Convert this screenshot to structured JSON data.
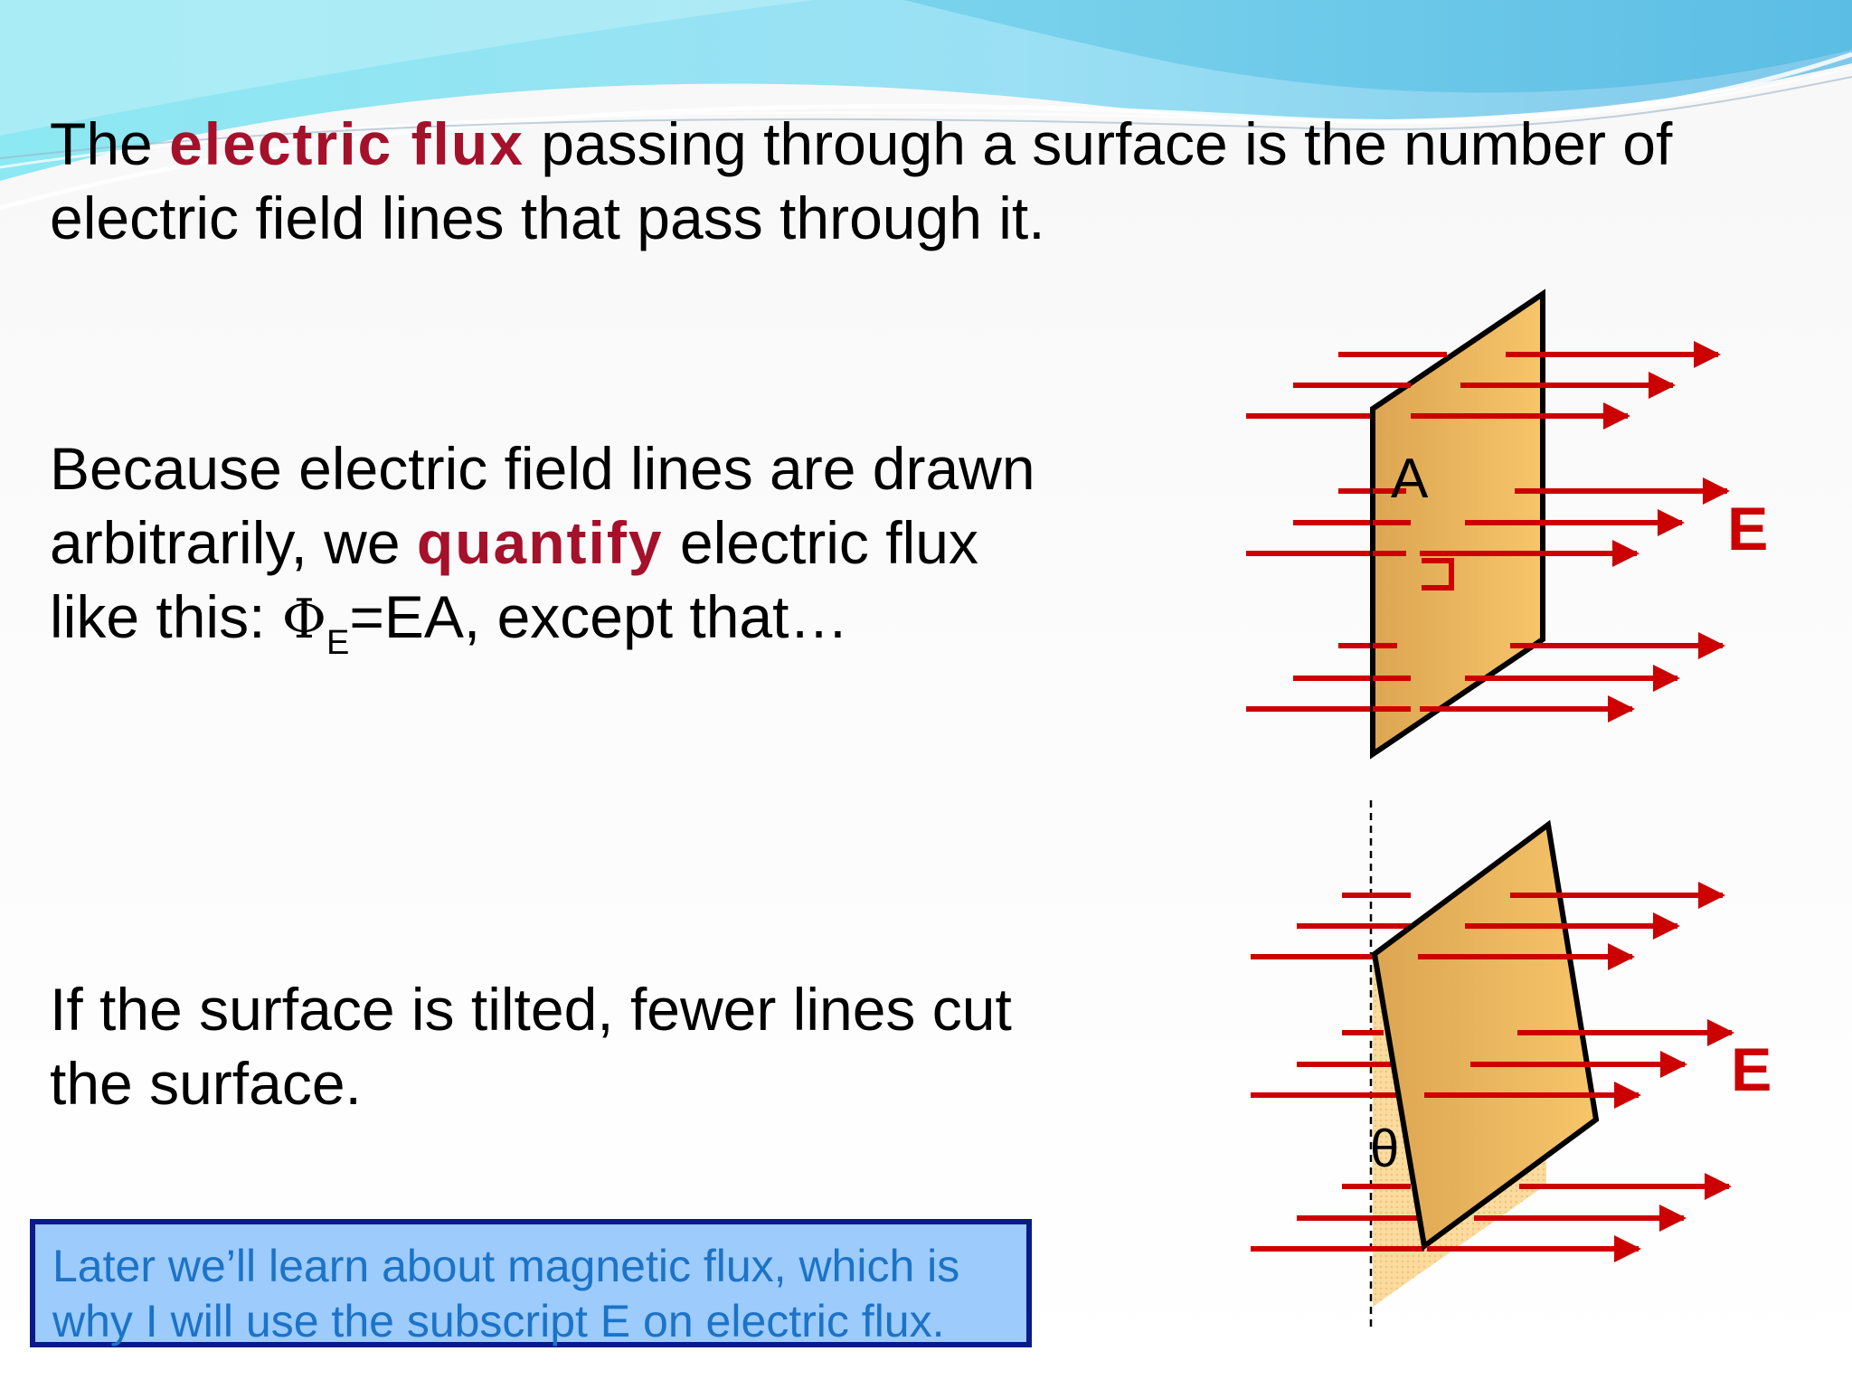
{
  "slide": {
    "intro": {
      "before": "The ",
      "term": "electric flux",
      "after_line1": " passing through a surface is the number of",
      "line2": "electric field lines that pass through it."
    },
    "quantify": {
      "line1": "Because electric field lines are drawn",
      "line2_before": "arbitrarily, we ",
      "line2_term": "quantify",
      "line2_after": " electric flux",
      "line3_before": "like this:  ",
      "phi_symbol": "Φ",
      "phi_subscript": "E",
      "line3_after": "=EA, except that…"
    },
    "tilted": {
      "line1": "If the surface is tilted, fewer lines cut",
      "line2": "the surface."
    },
    "note": {
      "line1": "Later we’ll learn about magnetic flux, which is",
      "line2": "why I will use the subscript E on electric flux."
    }
  },
  "diagram_top": {
    "area_label": "A",
    "field_label": "E"
  },
  "diagram_bottom": {
    "angle_label": "θ",
    "field_label": "E"
  },
  "colors": {
    "highlight": "#a5102a",
    "field_arrow": "#cc0000",
    "surface": "#f0b955",
    "note_bg": "#9ccbfc",
    "note_border": "#0a1a8a",
    "note_text": "#1c73c7"
  }
}
